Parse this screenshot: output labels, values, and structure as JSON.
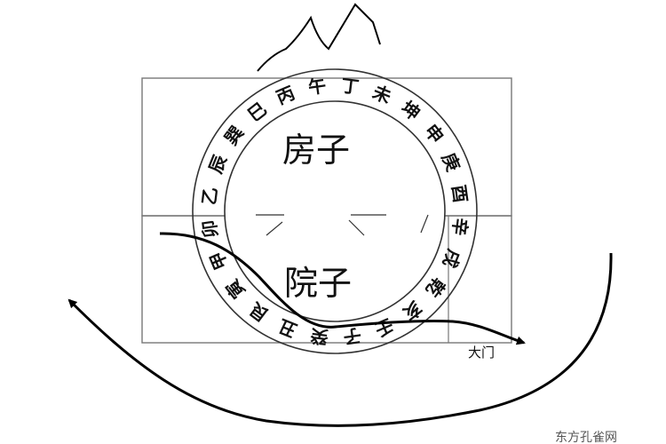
{
  "diagram": {
    "house_label": "房子",
    "yard_label": "院子",
    "gate_label": "大门",
    "watermark": "东方孔雀网",
    "compass_ring": [
      "午",
      "丁",
      "未",
      "坤",
      "申",
      "庚",
      "酉",
      "辛",
      "戌",
      "乾",
      "亥",
      "壬",
      "子",
      "癸",
      "丑",
      "艮",
      "寅",
      "甲",
      "卯",
      "乙",
      "辰",
      "巽",
      "巳",
      "丙"
    ],
    "colors": {
      "line": "#000000",
      "background": "#ffffff"
    }
  }
}
